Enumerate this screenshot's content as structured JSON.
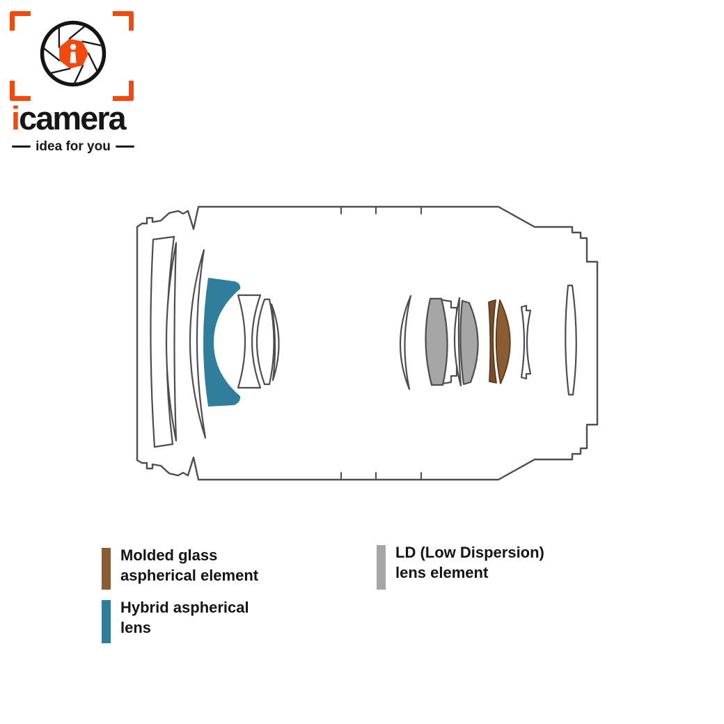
{
  "brand": {
    "name_prefix": "i",
    "name_rest": "camera",
    "tagline": "idea for you"
  },
  "legend": {
    "items": [
      {
        "id": "molded",
        "label_line1": "Molded glass",
        "label_line2": "aspherical element",
        "color": "#8a5c33"
      },
      {
        "id": "hybrid",
        "label_line1": "Hybrid aspherical",
        "label_line2": "lens",
        "color": "#2f7e9c"
      },
      {
        "id": "ld",
        "label_line1": "LD (Low Dispersion)",
        "label_line2": "lens element",
        "color": "#a6a6a6"
      }
    ]
  },
  "diagram": {
    "type": "lens-optical-construction",
    "element_colors": {
      "molded_glass_aspherical": "#8a5c33",
      "molded_glass_aspherical_dark": "#7a4f28",
      "hybrid_aspherical": "#2f7e9c",
      "low_dispersion": "#a6a6a6",
      "standard": "#ffffff",
      "outline": "#4d4d4d"
    },
    "element_counts": {
      "hybrid_aspherical_elements": 1,
      "molded_glass_aspherical_elements": 2,
      "low_dispersion_elements": 2
    }
  },
  "colors": {
    "accent_orange": "#f4490d",
    "text": "#141414",
    "background": "#ffffff"
  }
}
